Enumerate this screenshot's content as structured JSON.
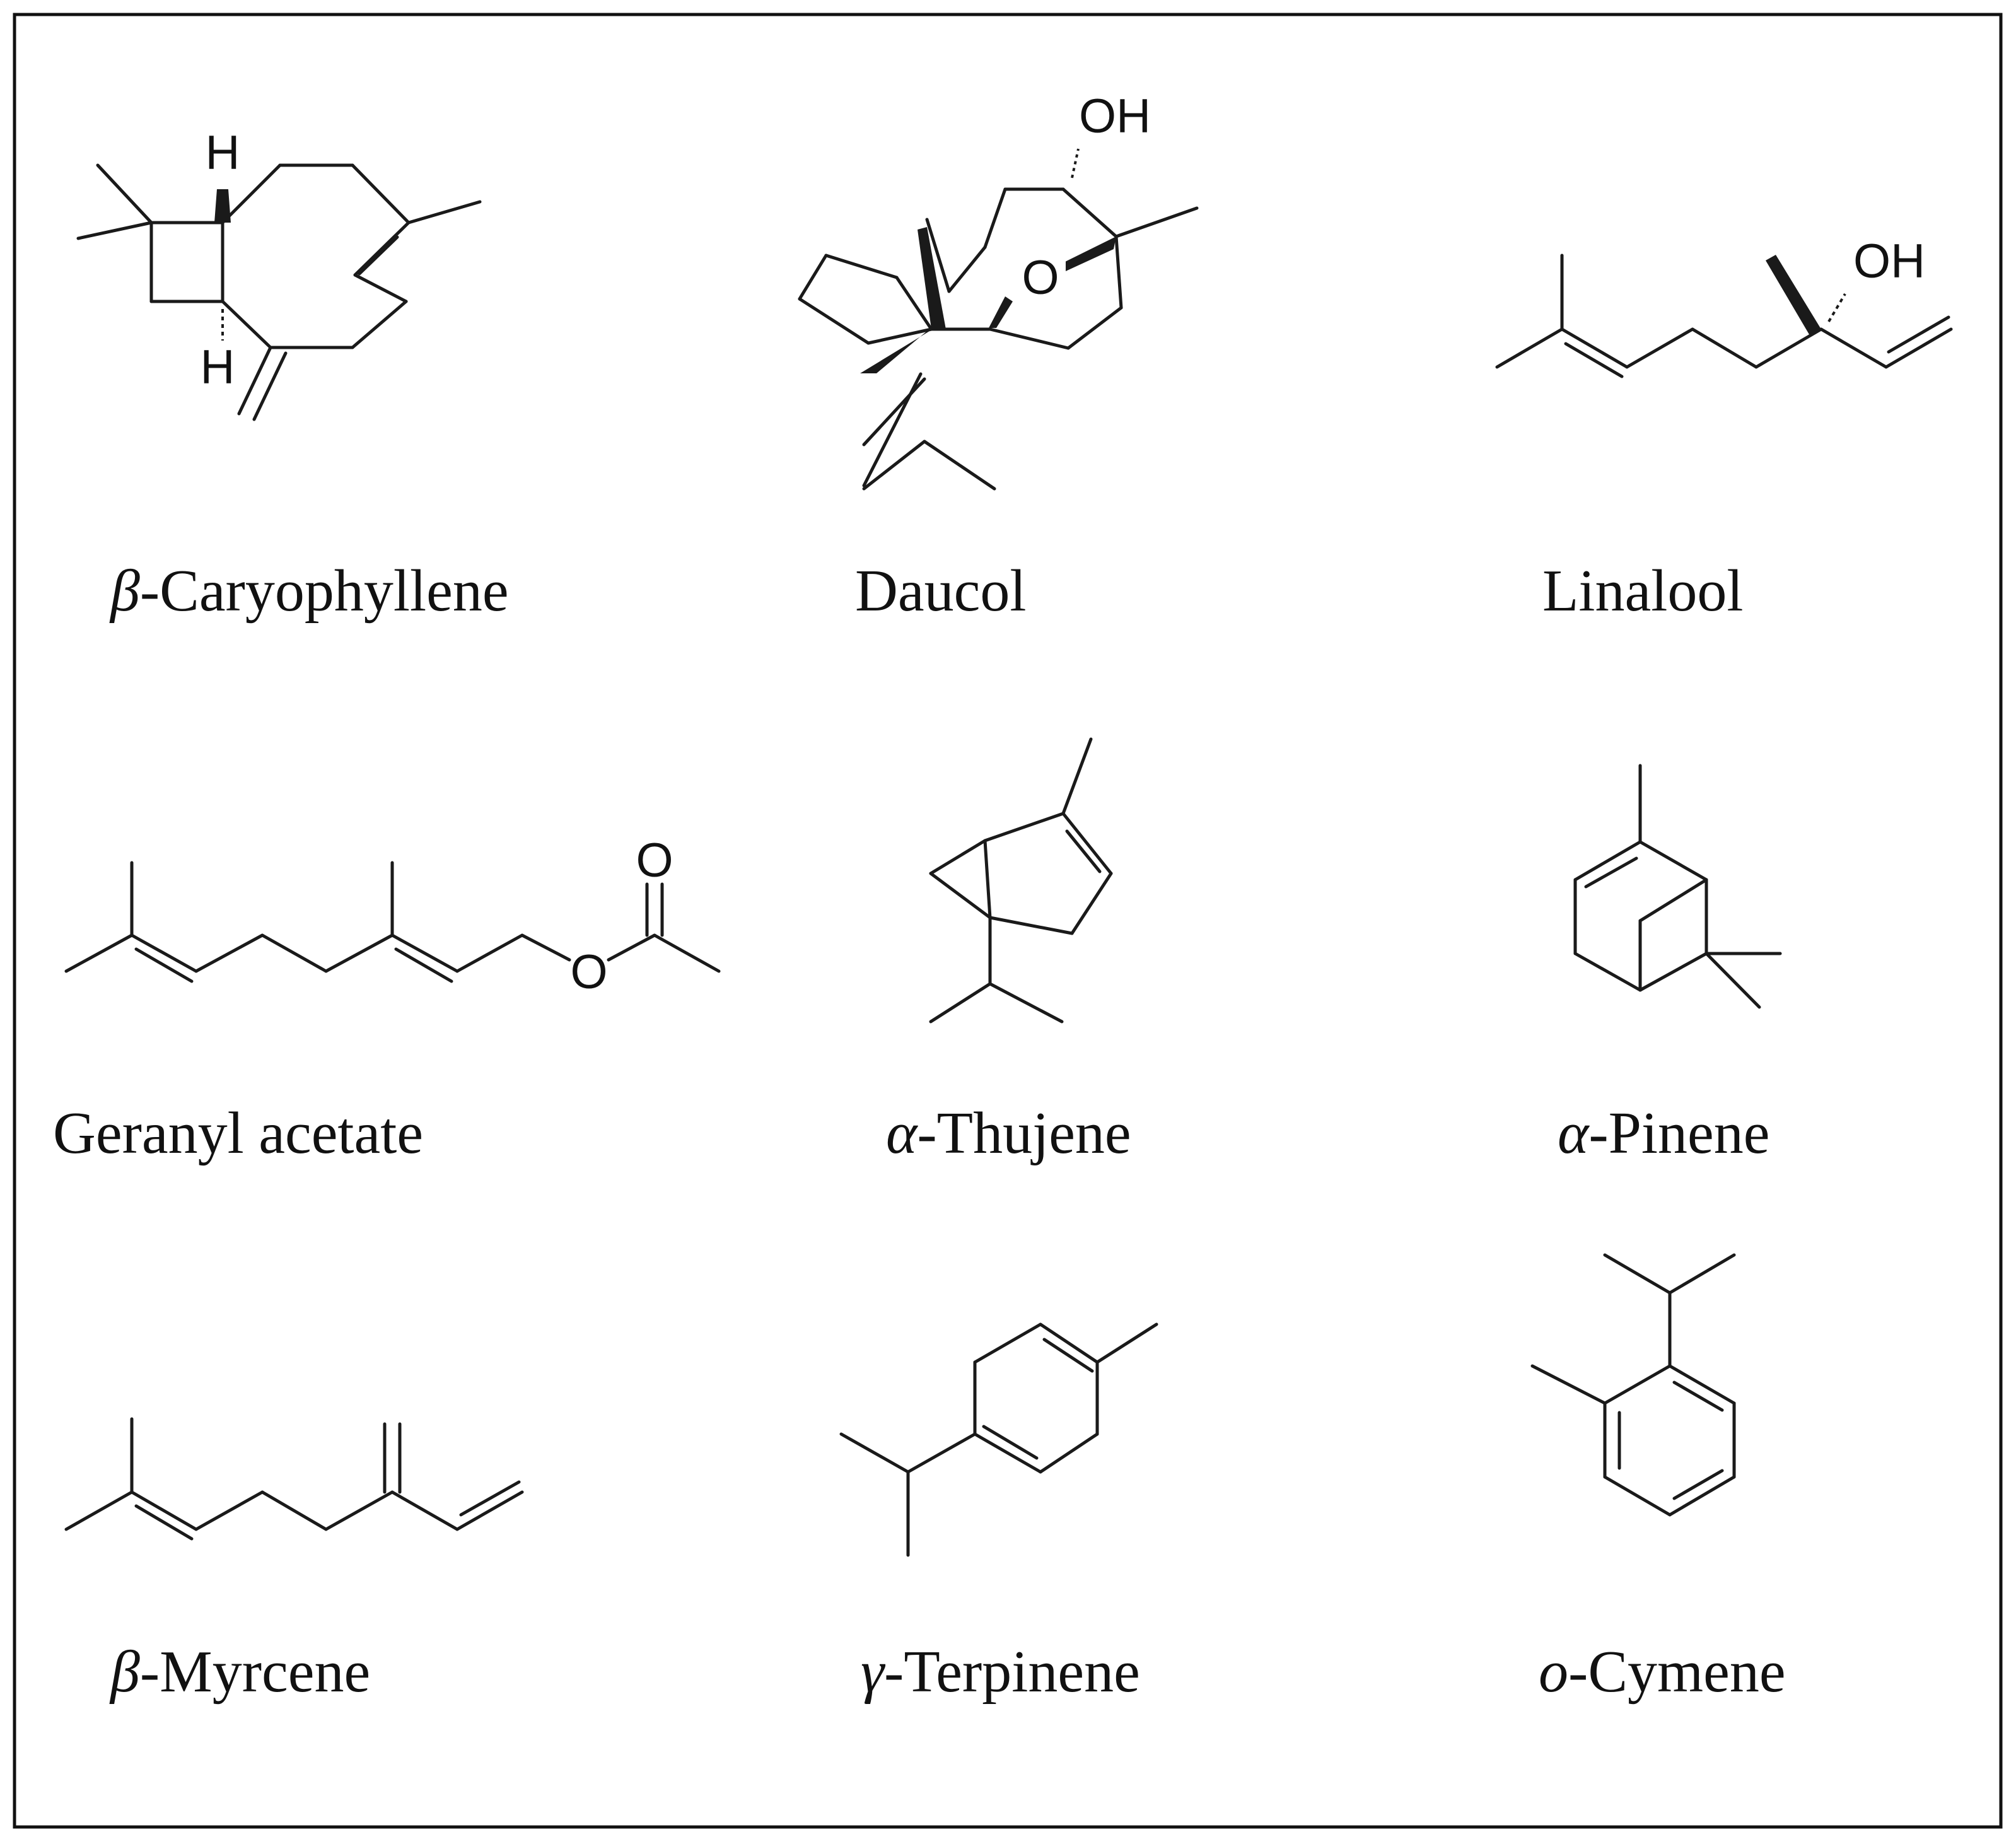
{
  "compounds": [
    {
      "prefix": "β",
      "name": "Caryophyllene"
    },
    {
      "prefix": "",
      "name": "Daucol"
    },
    {
      "prefix": "",
      "name": "Linalool"
    },
    {
      "prefix": "",
      "name": "Geranyl acetate"
    },
    {
      "prefix": "α",
      "name": "Thujene"
    },
    {
      "prefix": "α",
      "name": "Pinene"
    },
    {
      "prefix": "β",
      "name": "Myrcene"
    },
    {
      "prefix": "γ",
      "name": "Terpinene"
    },
    {
      "prefix": "o",
      "name": "Cymene"
    }
  ],
  "atoms": {
    "hydrogen": "H",
    "oxygen": "O",
    "hydroxyl": "OH"
  }
}
